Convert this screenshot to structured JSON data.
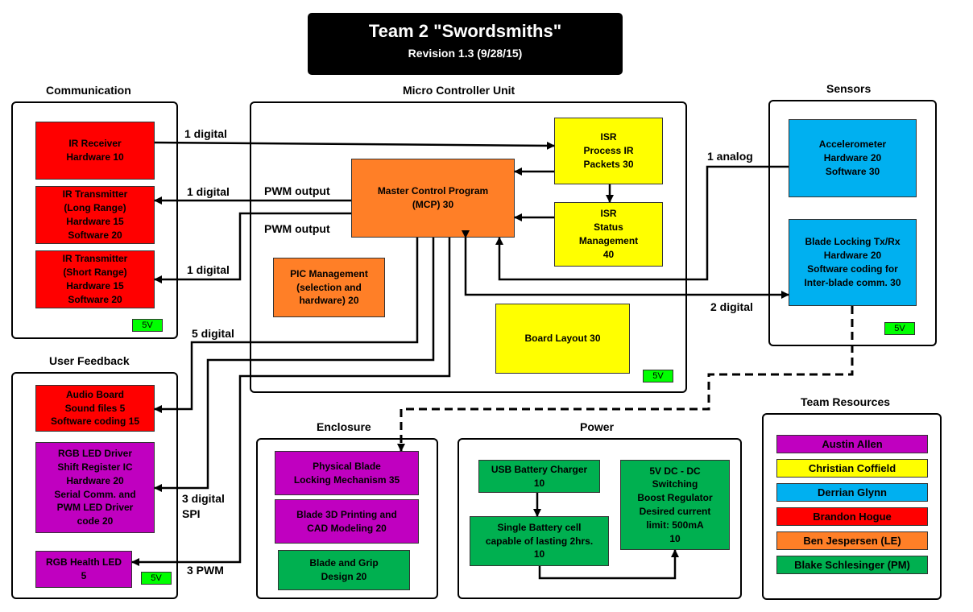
{
  "header": {
    "title": "Team 2  \"Swordsmiths\"",
    "revision": "Revision 1.3 (9/28/15)"
  },
  "groups": {
    "communication": "Communication",
    "mcu": "Micro Controller Unit",
    "sensors": "Sensors",
    "user_feedback": "User Feedback",
    "enclosure": "Enclosure",
    "power": "Power",
    "team_resources": "Team Resources"
  },
  "blocks": {
    "ir_receiver": "IR Receiver\nHardware 10",
    "ir_tx_long": "IR Transmitter\n(Long Range)\nHardware 15\nSoftware 20",
    "ir_tx_short": "IR Transmitter\n(Short Range)\nHardware 15\nSoftware 20",
    "mcp": "Master Control Program\n(MCP) 30",
    "isr_ir": "ISR\nProcess IR\nPackets 30",
    "isr_status": "ISR\nStatus\nManagement\n40",
    "pic_mgmt": "PIC Management\n(selection and\nhardware) 20",
    "board_layout": "Board Layout 30",
    "accelerometer": "Accelerometer\nHardware 20\nSoftware 30",
    "blade_locking": "Blade Locking Tx/Rx\nHardware 20\nSoftware coding for\nInter-blade comm. 30",
    "audio_board": "Audio Board\nSound files 5\nSoftware coding 15",
    "rgb_driver": "RGB LED Driver\nShift Register IC\nHardware 20\nSerial Comm. and\nPWM LED Driver\ncode 20",
    "rgb_health": "RGB Health LED\n5",
    "physical_blade": "Physical Blade\nLocking Mechanism 35",
    "blade_3d": "Blade 3D Printing and\nCAD Modeling 20",
    "blade_grip": "Blade and Grip\nDesign 20",
    "usb_charger": "USB Battery Charger\n10",
    "battery_cell": "Single Battery cell\ncapable of lasting 2hrs.\n10",
    "boost_reg": "5V DC - DC\nSwitching\nBoost Regulator\nDesired current\nlimit: 500mA\n10"
  },
  "badges": {
    "comm": "5V",
    "mcu": "5V",
    "sensors": "5V",
    "feedback": "5V"
  },
  "connections": {
    "ir_rx": "1 digital",
    "ir_tx_long": "1 digital",
    "ir_tx_short": "1 digital",
    "pwm_out_1": "PWM output",
    "pwm_out_2": "PWM output",
    "accel": "1 analog",
    "blade_lock": "2 digital",
    "audio": "5 digital",
    "rgb_driver": "3 digital\nSPI",
    "rgb_health": "3 PWM"
  },
  "team": [
    {
      "name": "Austin Allen",
      "color": "#c000c0"
    },
    {
      "name": "Christian Coffield",
      "color": "#ffff00"
    },
    {
      "name": "Derrian Glynn",
      "color": "#00b0f0"
    },
    {
      "name": "Brandon Hogue",
      "color": "#ff0000"
    },
    {
      "name": "Ben Jespersen (LE)",
      "color": "#ff7f27"
    },
    {
      "name": "Blake Schlesinger (PM)",
      "color": "#00b050"
    }
  ]
}
